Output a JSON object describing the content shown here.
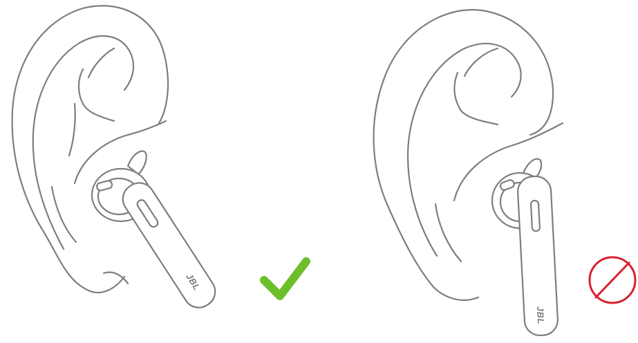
{
  "panels": [
    {
      "id": "correct",
      "verdict": "correct",
      "logo_text": "JBL",
      "indicator_icon": "checkmark-icon",
      "indicator_color": "#6cbf2a"
    },
    {
      "id": "incorrect",
      "verdict": "incorrect",
      "logo_text": "JBL",
      "indicator_icon": "prohibited-icon",
      "indicator_color": "#d9202e"
    }
  ],
  "colors": {
    "line_art": "#7d7d7d",
    "background": "#ffffff"
  }
}
